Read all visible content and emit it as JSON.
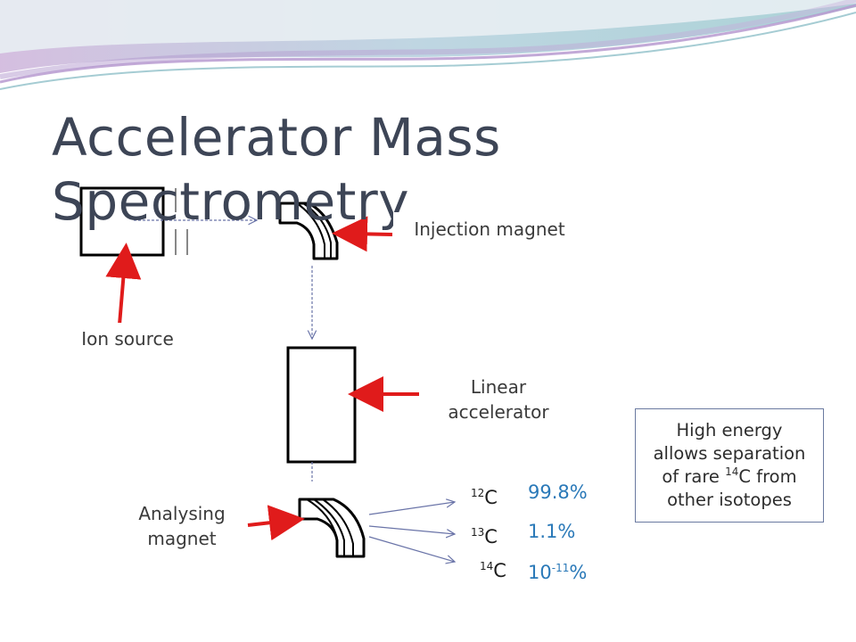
{
  "slide": {
    "title": "Accelerator Mass Spectrometry"
  },
  "labels": {
    "injection_magnet": "Injection magnet",
    "ion_source": "Ion source",
    "linear_accelerator_line1": "Linear",
    "linear_accelerator_line2": "accelerator",
    "analysing_magnet_line1": "Analysing",
    "analysing_magnet_line2": "magnet"
  },
  "note": {
    "line1": "High energy",
    "line2": "allows separation",
    "line3_pre": "of rare ",
    "line3_sup": "14",
    "line3_post": "C from",
    "line4": "other isotopes"
  },
  "isotopes": [
    {
      "mass": "12",
      "symbol": "C",
      "percent": "99.8%",
      "percent_base": "",
      "percent_exp": "",
      "percent_unit": ""
    },
    {
      "mass": "13",
      "symbol": "C",
      "percent": "1.1%",
      "percent_base": "",
      "percent_exp": "",
      "percent_unit": ""
    },
    {
      "mass": "14",
      "symbol": "C",
      "percent": "",
      "percent_base": "10",
      "percent_exp": "-11",
      "percent_unit": "%"
    }
  ],
  "colors": {
    "title": "#3d4556",
    "arrow_red": "#e01b1b",
    "beam": "#6a74a8",
    "percent": "#2a79b8",
    "note_border": "#6a7aa0"
  },
  "icons": [
    "curved-wave-banner",
    "magnet-icon",
    "red-arrow-icon"
  ]
}
